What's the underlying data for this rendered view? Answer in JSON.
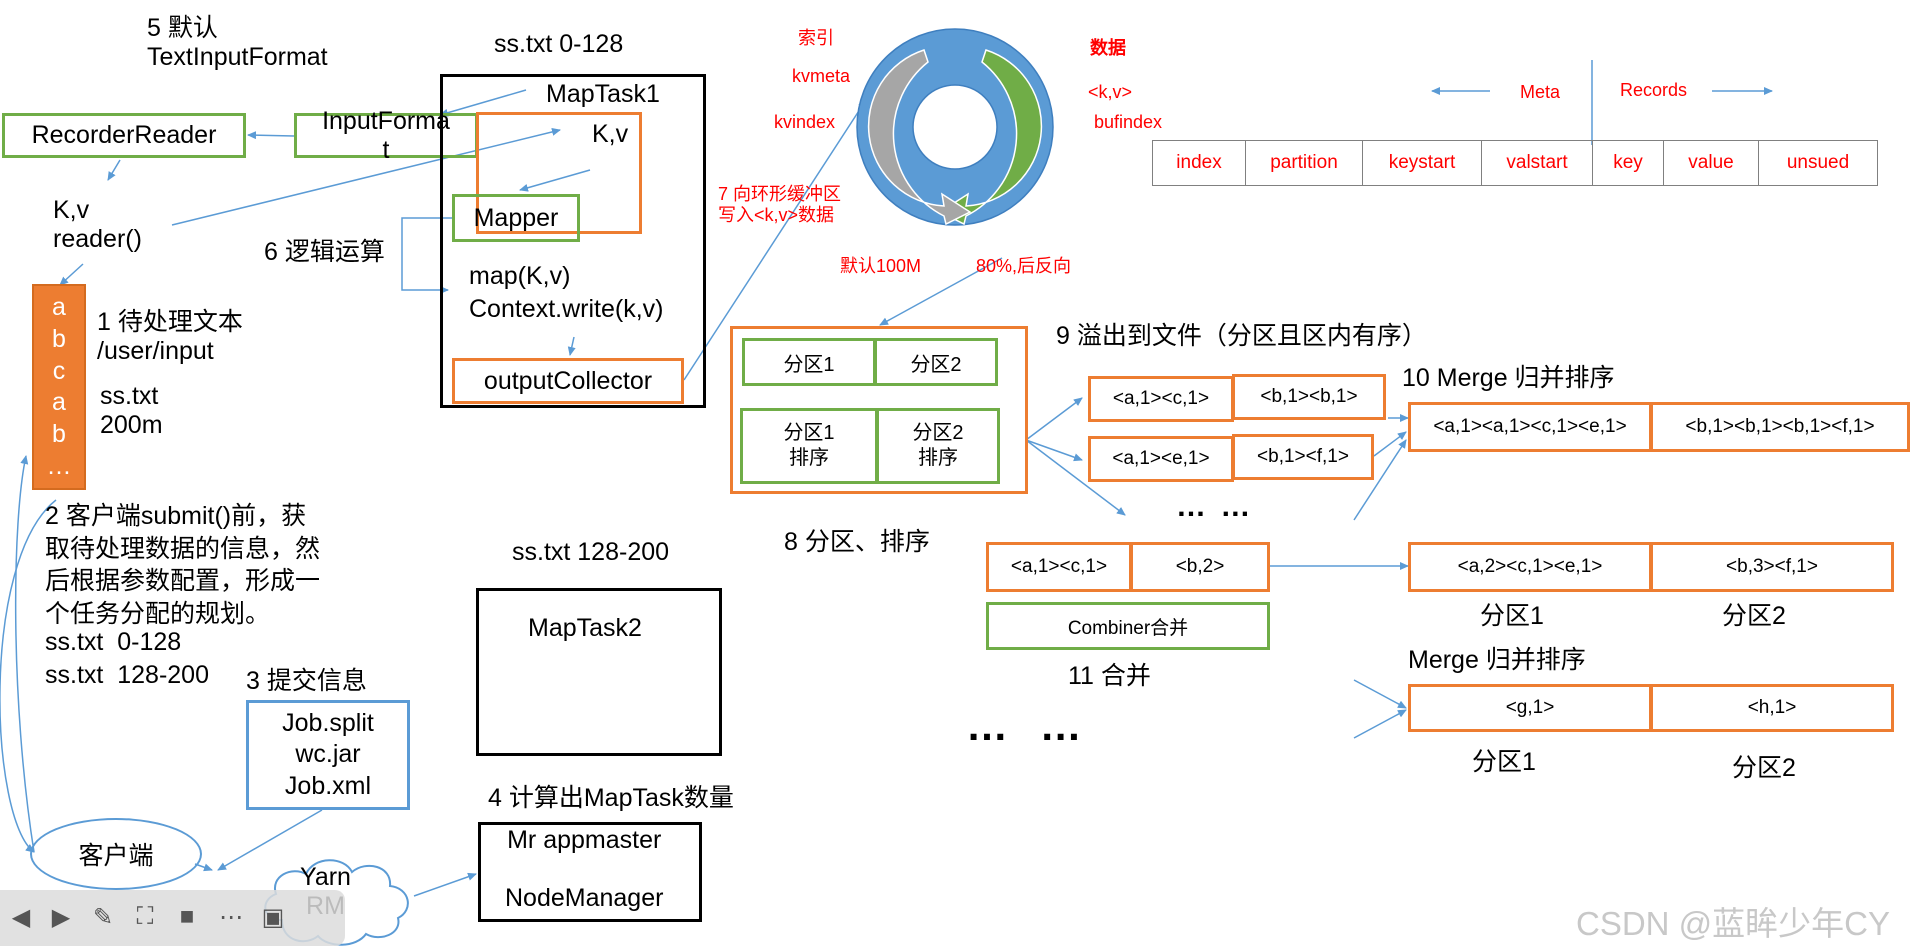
{
  "labels": {
    "step5": "5 默认\nTextInputFormat",
    "recorder_reader": "RecorderReader",
    "input_format": "InputForma\nt",
    "kv_reader": "K,v\nreader()",
    "ss_txt_0_128": "ss.txt 0-128",
    "maptask1": "MapTask1",
    "kv_inner": "K,v",
    "mapper": "Mapper",
    "step6": "6 逻辑运算",
    "map_code": "map(K,v)\nContext.write(k,v)",
    "output_collector": "outputCollector",
    "step1": "1 待处理文本\n/user/input",
    "ss_txt_200m": "ss.txt\n200m",
    "step2": "2 客户端submit()前，获\n取待处理数据的信息，然\n后根据参数配置，形成一\n个任务分配的规划。",
    "split_plan": "ss.txt  0-128\nss.txt  128-200",
    "ss_txt_128_200": "ss.txt 128-200",
    "maptask2": "MapTask2",
    "step3": "3 提交信息",
    "job_files": "Job.split\nwc.jar\nJob.xml",
    "client": "客户端",
    "yarn_rm": "Yarn\nRM",
    "step4": "4 计算出MapTask数量",
    "mr_appmaster": "Mr appmaster\n\nNodeManager",
    "index_label": "索引",
    "kvmeta": "kvmeta",
    "kvindex": "kvindex",
    "data_label": "数据",
    "kv_angle": "<k,v>",
    "bufindex": "bufindex",
    "step7": "7 向环形缓冲区\n写入<k,v>数据",
    "default_100m": "默认100M",
    "pct80": "80%,后反向",
    "meta": "Meta",
    "records": "Records",
    "partition1": "分区1",
    "partition2": "分区2",
    "partition1_sort": "分区1\n排序",
    "partition2_sort": "分区2\n排序",
    "step8": "8 分区、排序",
    "step9": "9 溢出到文件（分区且区内有序）",
    "step10": "10 Merge 归并排序",
    "ellipsis_small": "… …",
    "combiner": "Combiner合并",
    "step11": "11 合并",
    "merge_sort": "Merge 归并排序",
    "ellipsis_big": "… …",
    "p1_a": "分区1",
    "p2_a": "分区2",
    "p1_b": "分区1",
    "p2_b": "分区2",
    "stack": [
      "a",
      "b",
      "c",
      "a",
      "b",
      "…"
    ],
    "watermark": "CSDN @蓝眸少年CY"
  },
  "meta_table": [
    "index",
    "partition",
    "keystart",
    "valstart",
    "key",
    "value",
    "unsued"
  ],
  "spill_rows": [
    [
      "<a,1><c,1>",
      "<b,1><b,1>"
    ],
    [
      "<a,1><e,1>",
      "<b,1><f,1>"
    ]
  ],
  "merged_row": [
    "<a,1><a,1><c,1><e,1>",
    "<b,1><b,1><b,1><f,1>"
  ],
  "combined_input": [
    "<a,1><c,1>",
    "<b,2>"
  ],
  "combined_output": [
    "<a,2><c,1><e,1>",
    "<b,3><f,1>"
  ],
  "second_merge": [
    "<g,1>",
    "<h,1>"
  ],
  "colors": {
    "green": "#70ad47",
    "orange": "#ed7d31",
    "blue": "#5b9bd5",
    "red": "#ff0000"
  },
  "taskbar_icons": [
    "prev-icon",
    "play-icon",
    "pen-icon",
    "screenshot-icon",
    "camera-icon",
    "more-icon",
    "panel-icon"
  ]
}
